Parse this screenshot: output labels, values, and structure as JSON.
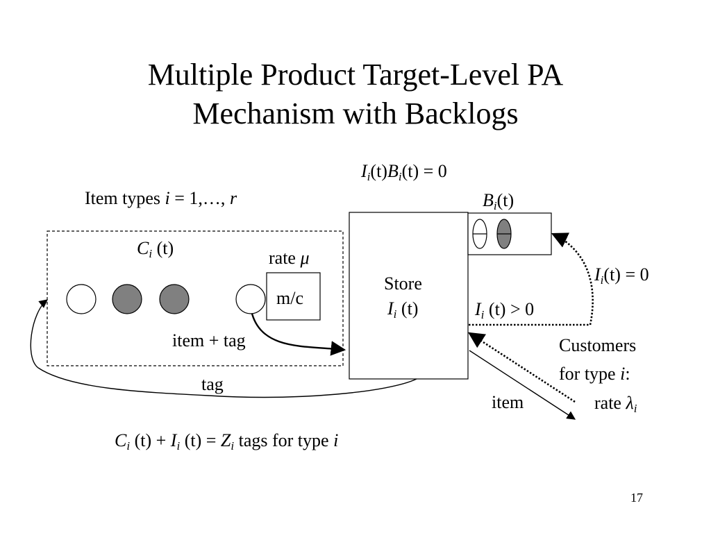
{
  "slide": {
    "title_line1": "Multiple Product Target-Level PA",
    "title_line2": "Mechanism with Backlogs",
    "page_number": "17"
  },
  "labels": {
    "complementarity": {
      "i1": "I",
      "sub1": "i",
      "mid": "(t)",
      "b": "B",
      "sub2": "i",
      "end": "(t) = 0"
    },
    "item_types": {
      "prefix": "Item types ",
      "var": "i",
      "mid": " = 1,…, ",
      "r": "r"
    },
    "backlog": {
      "b": "B",
      "sub": "i",
      "arg": "(t)"
    },
    "queue": {
      "c": "C",
      "sub": "i",
      "arg": " (t)"
    },
    "rate_mu": {
      "text": "rate ",
      "mu": "μ"
    },
    "machine": "m/c",
    "store": {
      "name": "Store",
      "i": "I",
      "sub": "i",
      "arg": " (t)"
    },
    "empty_inventory": {
      "i": "I",
      "sub": "i",
      "rest": "(t) = 0"
    },
    "positive_inventory": {
      "i": "I",
      "sub": "i",
      "rest": " (t) > 0"
    },
    "item_tag": "item + tag",
    "customers_line1": "Customers",
    "customers_line2": "for type ",
    "customers_var": "i",
    "customers_colon": ":",
    "rate_lambda": {
      "text": "rate ",
      "lambda": "λ",
      "sub": "i"
    },
    "tag": "tag",
    "item": "item",
    "equation": {
      "c": "C",
      "csub": "i",
      "carg": " (t) + ",
      "i": "I",
      "isub": "i",
      "iarg": " (t) = ",
      "z": "Z",
      "zsub": "i",
      "tail": " tags for type ",
      "var": "i"
    }
  },
  "colors": {
    "filled_item": "#808080",
    "empty_item": "#ffffff",
    "stroke": "#000000"
  }
}
